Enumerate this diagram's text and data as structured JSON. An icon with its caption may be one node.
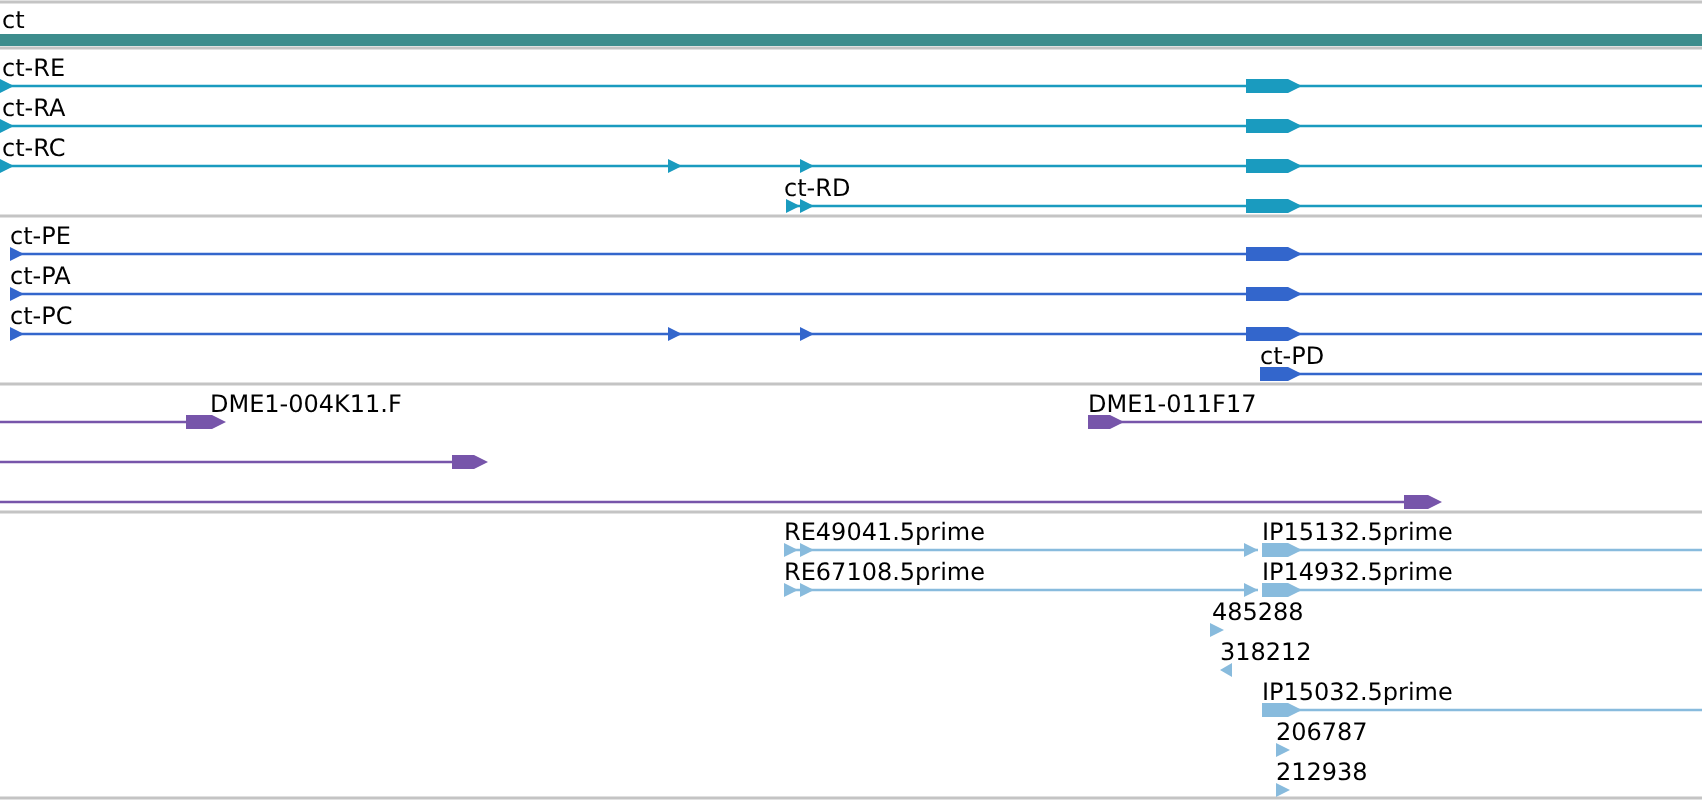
{
  "diagram": {
    "labels": [
      "ct",
      "ct-RE",
      "ct-RA",
      "ct-RC",
      "ct-RD",
      "ct-PE",
      "ct-PA",
      "ct-PC",
      "ct-PD",
      "DME1-004K11.F",
      "DME1-011F17",
      "RE49041.5prime",
      "IP15132.5prime",
      "RE67108.5prime",
      "IP14932.5prime",
      "485288",
      "318212",
      "IP15032.5prime",
      "206787",
      "212938"
    ]
  }
}
